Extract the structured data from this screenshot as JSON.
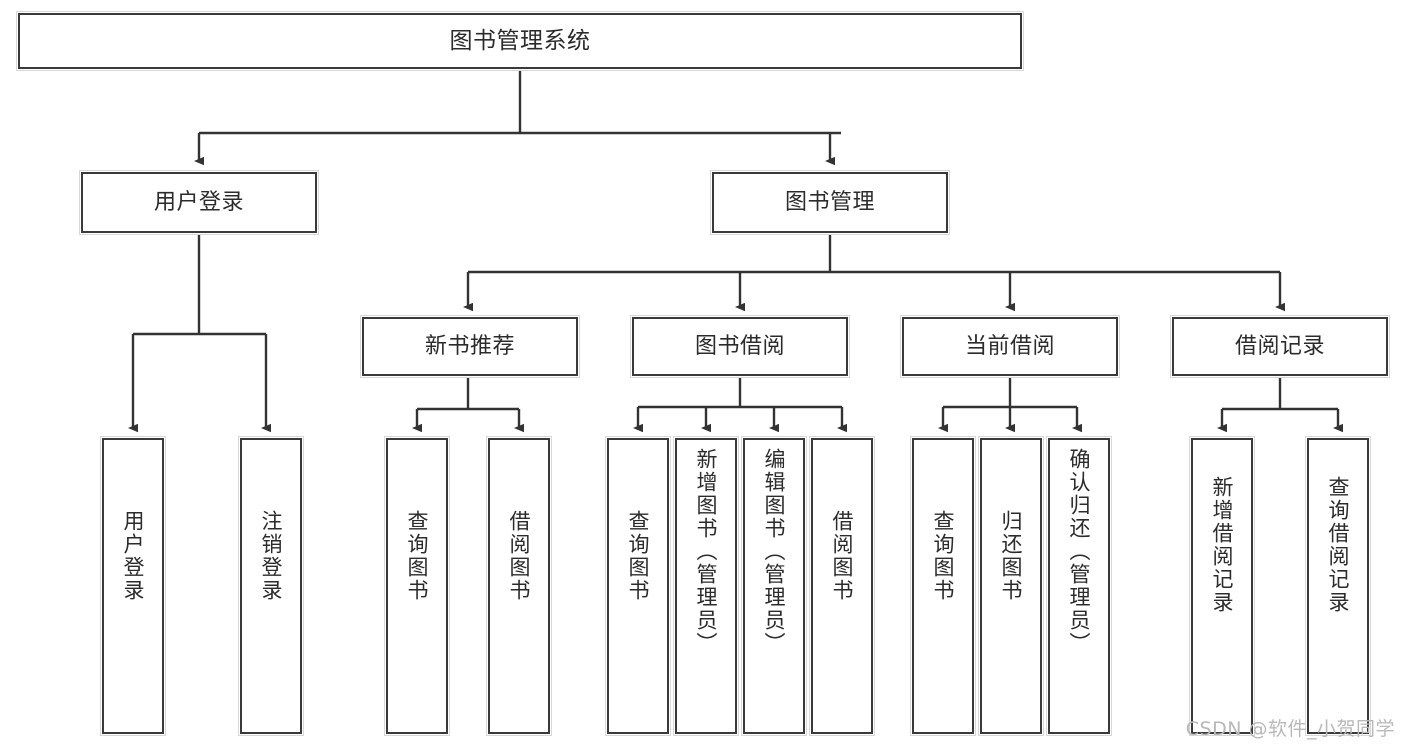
{
  "diagram": {
    "title": "图书管理系统",
    "type": "hierarchy-tree",
    "root": {
      "id": "root",
      "label": "图书管理系统"
    },
    "tier2": [
      {
        "id": "user-login",
        "label": "用户登录"
      },
      {
        "id": "book-management",
        "label": "图书管理"
      }
    ],
    "tier3": [
      {
        "id": "new-book-recommend",
        "label": "新书推荐"
      },
      {
        "id": "book-borrow",
        "label": "图书借阅"
      },
      {
        "id": "current-borrow",
        "label": "当前借阅"
      },
      {
        "id": "borrow-record",
        "label": "借阅记录"
      }
    ],
    "leaves": {
      "user_login": [
        {
          "id": "leaf-user-login",
          "label": "用户登录"
        },
        {
          "id": "leaf-logout",
          "label": "注销登录"
        }
      ],
      "new_book_recommend": [
        {
          "id": "leaf-query-book-1",
          "label": "查询图书"
        },
        {
          "id": "leaf-borrow-book-1",
          "label": "借阅图书"
        }
      ],
      "book_borrow": [
        {
          "id": "leaf-query-book-2",
          "label": "查询图书"
        },
        {
          "id": "leaf-add-book",
          "label": "新增图书（管理员）"
        },
        {
          "id": "leaf-edit-book",
          "label": "编辑图书（管理员）"
        },
        {
          "id": "leaf-borrow-book-2",
          "label": "借阅图书"
        }
      ],
      "current_borrow": [
        {
          "id": "leaf-query-book-3",
          "label": "查询图书"
        },
        {
          "id": "leaf-return-book",
          "label": "归还图书"
        },
        {
          "id": "leaf-confirm-return",
          "label": "确认归还（管理员）"
        }
      ],
      "borrow_record": [
        {
          "id": "leaf-add-record",
          "label": "新增借阅记录"
        },
        {
          "id": "leaf-query-record",
          "label": "查询借阅记录"
        }
      ]
    }
  },
  "watermark": {
    "text": "CSDN @软件_小贺同学"
  },
  "colors": {
    "border": "#3a3a3a",
    "text": "#2b2b2b",
    "background": "#ffffff",
    "connector": "#333333",
    "watermark": "#b8b8b8"
  }
}
